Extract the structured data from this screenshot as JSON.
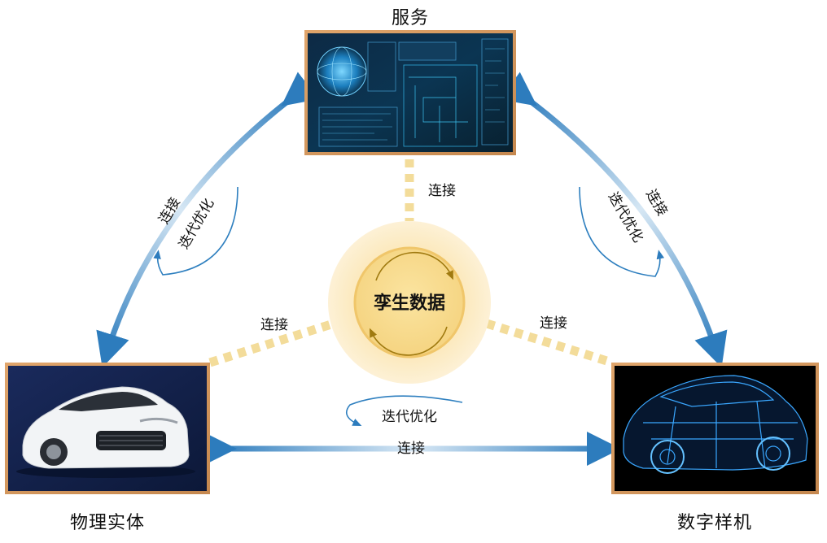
{
  "nodes": {
    "service": "服务",
    "physical": "物理实体",
    "digital": "数字样机",
    "center": "孪生数据"
  },
  "labels": {
    "left_connect": "连接",
    "left_iterate": "迭代优化",
    "right_connect": "连接",
    "right_iterate": "迭代优化",
    "bottom_connect": "连接",
    "bottom_iterate": "迭代优化",
    "center_top_connect": "连接",
    "center_left_connect": "连接",
    "center_right_connect": "连接"
  },
  "colors": {
    "arrow_blue": "#2e7fbf",
    "dashed_yellow": "#f3dc9a",
    "center_fill": "#f9dc8e",
    "panel_border": "#d0935a"
  }
}
